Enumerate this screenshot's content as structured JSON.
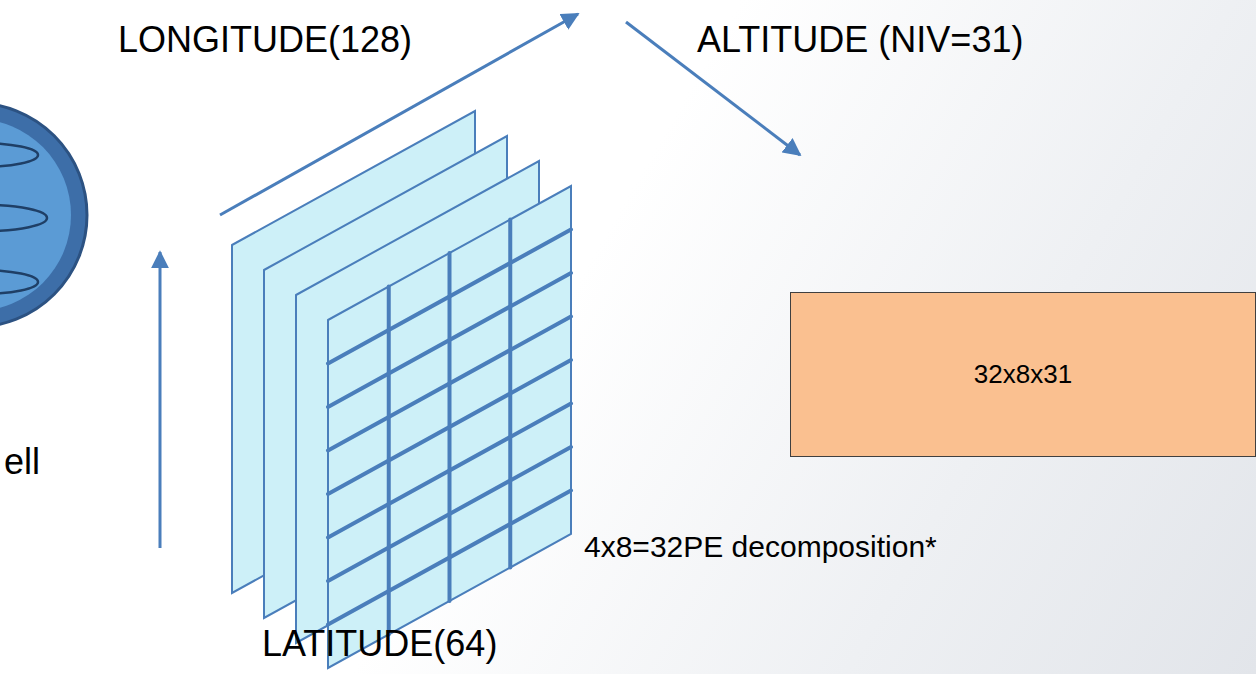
{
  "diagram": {
    "nodes": [
      {
        "text": [
          "32x8x31"
        ]
      }
    ],
    "labels": [
      "LONGITUDE(128)",
      "ALTITUDE (NIV=31)",
      "LATITUDE(64)",
      "4x8=32PE decomposition*",
      "ell"
    ]
  }
}
